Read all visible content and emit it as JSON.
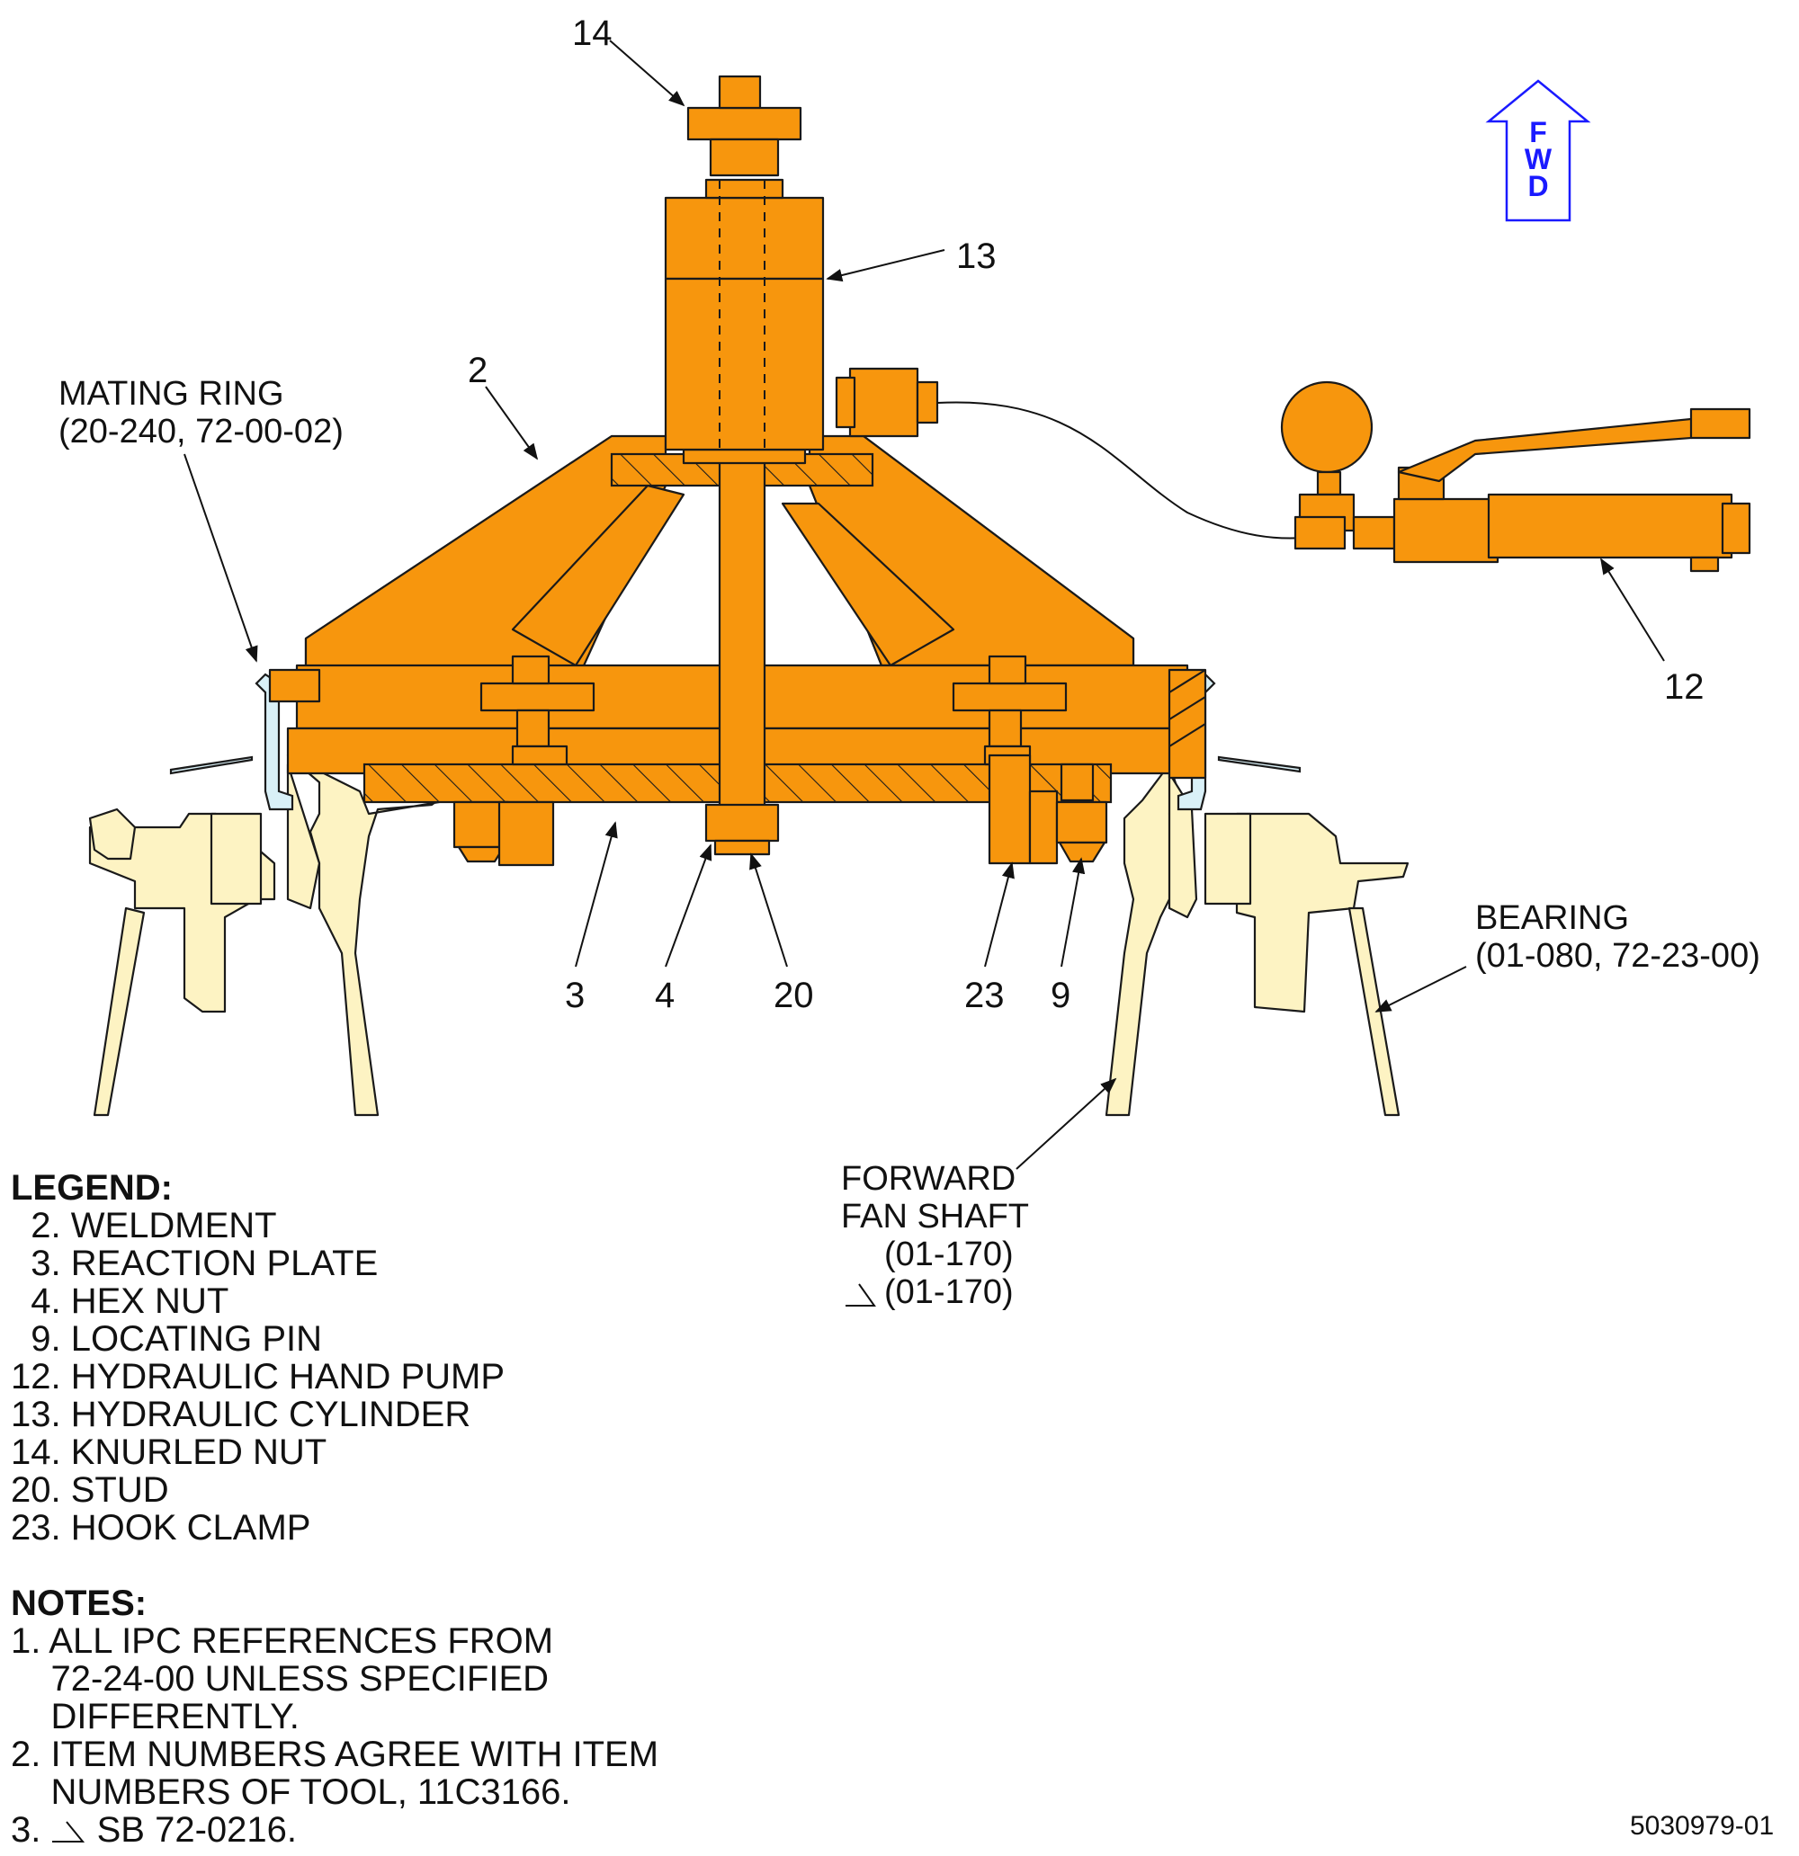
{
  "callouts": {
    "c14": "14",
    "c13": "13",
    "c2": "2",
    "c12": "12",
    "c3": "3",
    "c4": "4",
    "c20": "20",
    "c23": "23",
    "c9": "9"
  },
  "labels": {
    "mating_ring_1": "MATING RING",
    "mating_ring_2": "(20-240, 72-00-02)",
    "bearing_1": "BEARING",
    "bearing_2": "(01-080, 72-23-00)",
    "shaft_1": "FORWARD",
    "shaft_2": "FAN SHAFT",
    "shaft_3": "(01-170)",
    "shaft_4": "(01-170)"
  },
  "fwd_arrow": {
    "letters": [
      "F",
      "W",
      "D"
    ],
    "color": "#1a1aff"
  },
  "legend": {
    "title": "LEGEND:",
    "items": [
      "  2. WELDMENT",
      "  3. REACTION PLATE",
      "  4. HEX NUT",
      "  9. LOCATING PIN",
      "12. HYDRAULIC HAND PUMP",
      "13. HYDRAULIC CYLINDER",
      "14. KNURLED NUT",
      "20. STUD",
      "23. HOOK CLAMP"
    ]
  },
  "notes": {
    "title": "NOTES:",
    "n1_1": "1. ALL IPC REFERENCES FROM",
    "n1_2": "    72-24-00 UNLESS SPECIFIED",
    "n1_3": "    DIFFERENTLY.",
    "n2_1": "2. ITEM NUMBERS AGREE WITH ITEM",
    "n2_2": "    NUMBERS OF TOOL, 11C3166.",
    "n3_prefix": "3. ",
    "n3_text": " SB 72-0216."
  },
  "figure_id": "5030979-01",
  "colors": {
    "tool": "#f7960d",
    "engine": "#fdf3c3",
    "ring": "#d9f0f7"
  }
}
